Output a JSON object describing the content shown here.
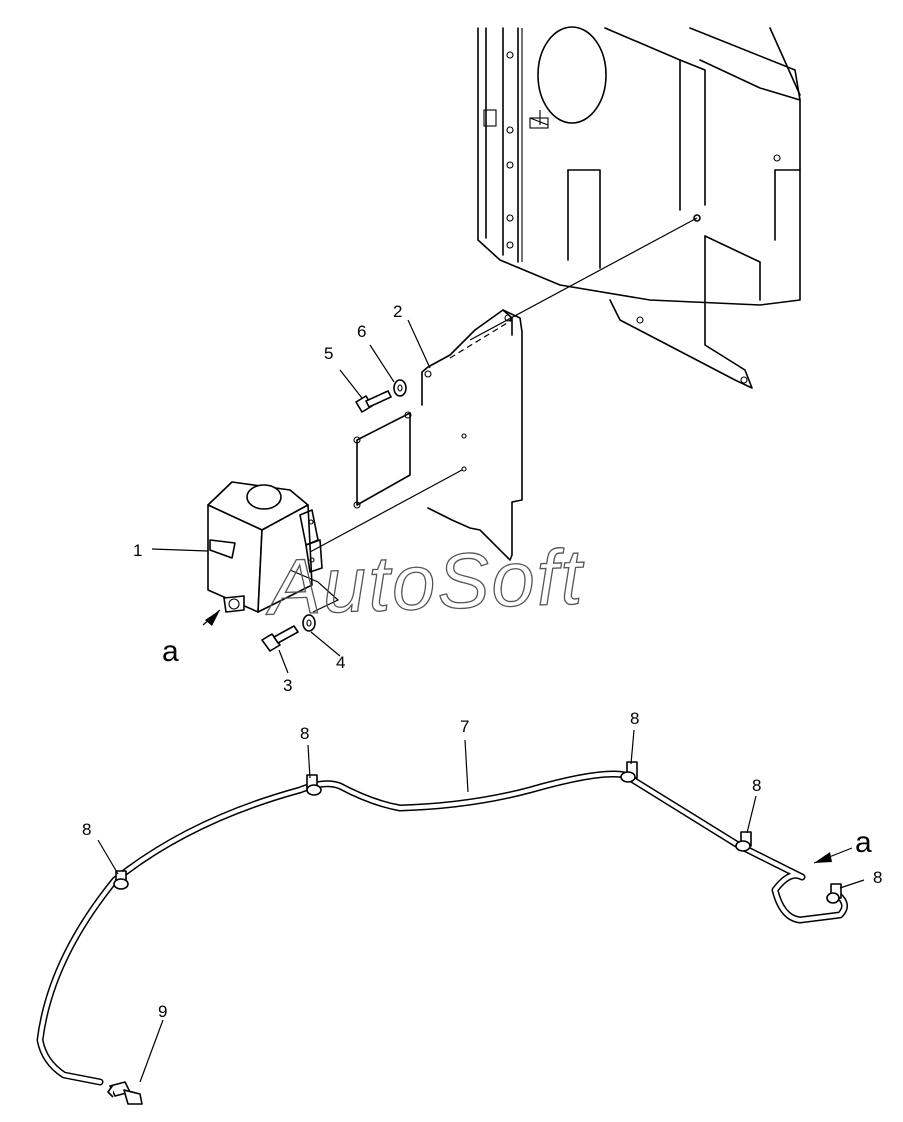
{
  "watermark": "AutoSoft",
  "callouts": {
    "c1": "1",
    "c2": "2",
    "c3": "3",
    "c4": "4",
    "c5": "5",
    "c6": "6",
    "c7": "7",
    "c8a": "8",
    "c8b": "8",
    "c8c": "8",
    "c8d": "8",
    "c8e": "8",
    "c9": "9"
  },
  "view_markers": {
    "a_left": "a",
    "a_right": "a"
  }
}
